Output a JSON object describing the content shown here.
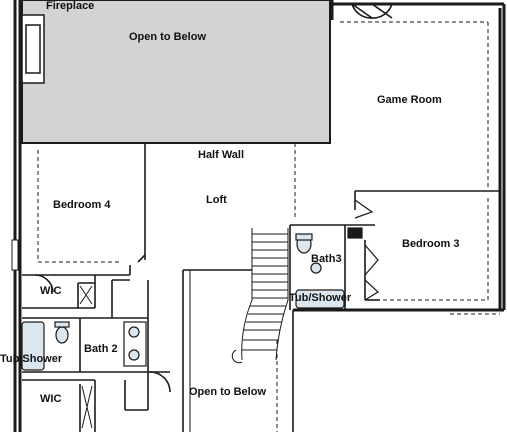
{
  "rooms": {
    "fireplace": "Fireplace",
    "open_to_below_top": "Open to Below",
    "game_room": "Game Room",
    "half_wall": "Half Wall",
    "loft": "Loft",
    "bedroom4": "Bedroom 4",
    "bedroom3": "Bedroom 3",
    "bath3": "Bath3",
    "tub_shower_right": "Tub/Shower",
    "wic_top": "WIC",
    "tub_shower_left": "Tub/Shower",
    "bath2": "Bath 2",
    "wic_bottom": "WIC",
    "open_to_below_bottom": "Open to Below"
  },
  "colors": {
    "wall": "#1a1a1a",
    "open_area_fill": "#d3d3d3",
    "fixture_fill": "#dce6ef"
  }
}
